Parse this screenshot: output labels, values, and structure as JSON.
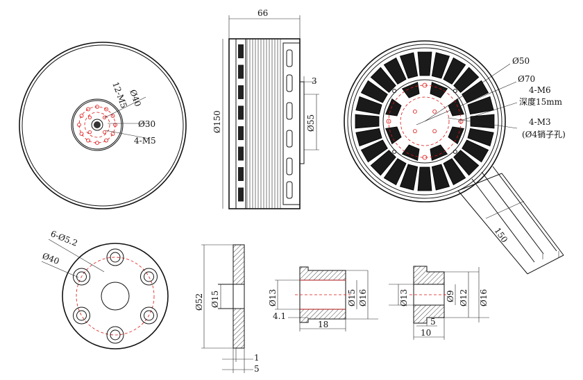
{
  "labels": {
    "front_bolts": "12-M5",
    "front_d40": "Ø40",
    "front_d30": "Ø30",
    "front_m5": "4-M5",
    "side_width": "66",
    "side_d150": "Ø150",
    "side_d55": "Ø55",
    "side_3": "3",
    "rear_d50": "Ø50",
    "rear_d70": "Ø70",
    "rear_m6": "4-M6",
    "rear_depth": "深度15mm",
    "rear_m3": "4-M3",
    "rear_pin": "(Ø4销子孔)",
    "cable_150": "150",
    "flange_holes": "6-Ø5.2",
    "flange_d40": "Ø40",
    "flange_side_d52": "Ø52",
    "flange_side_d15": "Ø15",
    "flange_side_1": "1",
    "flange_side_5": "5",
    "bush1_d13": "Ø13",
    "bush1_d15": "Ø15",
    "bush1_d16": "Ø16",
    "bush1_41": "4.1",
    "bush1_18": "18",
    "bush2_d13": "Ø13",
    "bush2_d9": "Ø9",
    "bush2_d12": "Ø12",
    "bush2_d16": "Ø16",
    "bush2_5": "5",
    "bush2_10": "10"
  }
}
